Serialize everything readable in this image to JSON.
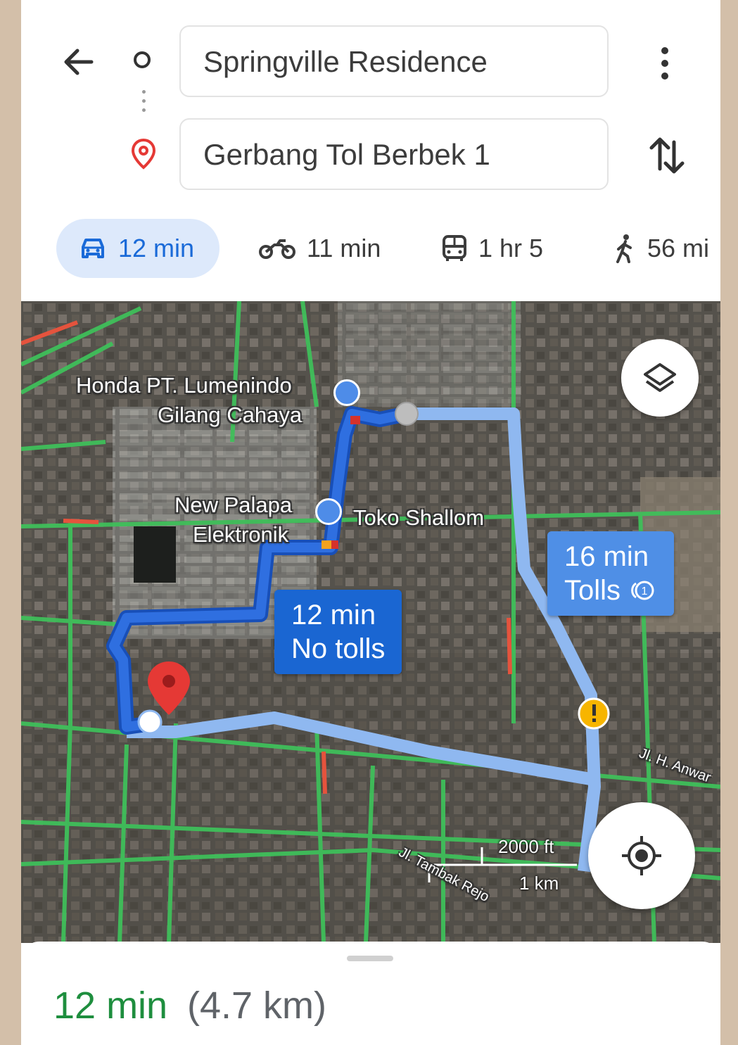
{
  "directions": {
    "origin": "Springville Residence",
    "destination": "Gerbang Tol Berbek 1"
  },
  "modes": [
    {
      "name": "car",
      "label": "12 min",
      "active": true
    },
    {
      "name": "motorcycle",
      "label": "11 min",
      "active": false
    },
    {
      "name": "transit",
      "label": "1 hr 5",
      "active": false
    },
    {
      "name": "walk",
      "label": "56 mi",
      "active": false
    }
  ],
  "map": {
    "places": [
      {
        "line1": "Honda PT. Lumenindo",
        "line2": "Gilang Cahaya"
      },
      {
        "line1": "New Palapa",
        "line2": "Elektronik"
      },
      {
        "line1": "Toko Shallom"
      }
    ],
    "routes": {
      "primary": {
        "line1": "12 min",
        "line2": "No tolls"
      },
      "alternative": {
        "line1": "16 min",
        "line2": "Tolls"
      }
    },
    "roads": [
      "Jl. H. Anwar",
      "Jl. Tambak Rejo"
    ],
    "scale": {
      "imperial": "2000 ft",
      "metric": "1 km"
    },
    "colors": {
      "primary_route": "#2f6fe0",
      "alt_route": "#8fb8f0",
      "traffic_free": "#3fbf5a",
      "traffic_slow": "#e5533d"
    }
  },
  "summary": {
    "time": "12 min",
    "distance": "(4.7 km)"
  }
}
